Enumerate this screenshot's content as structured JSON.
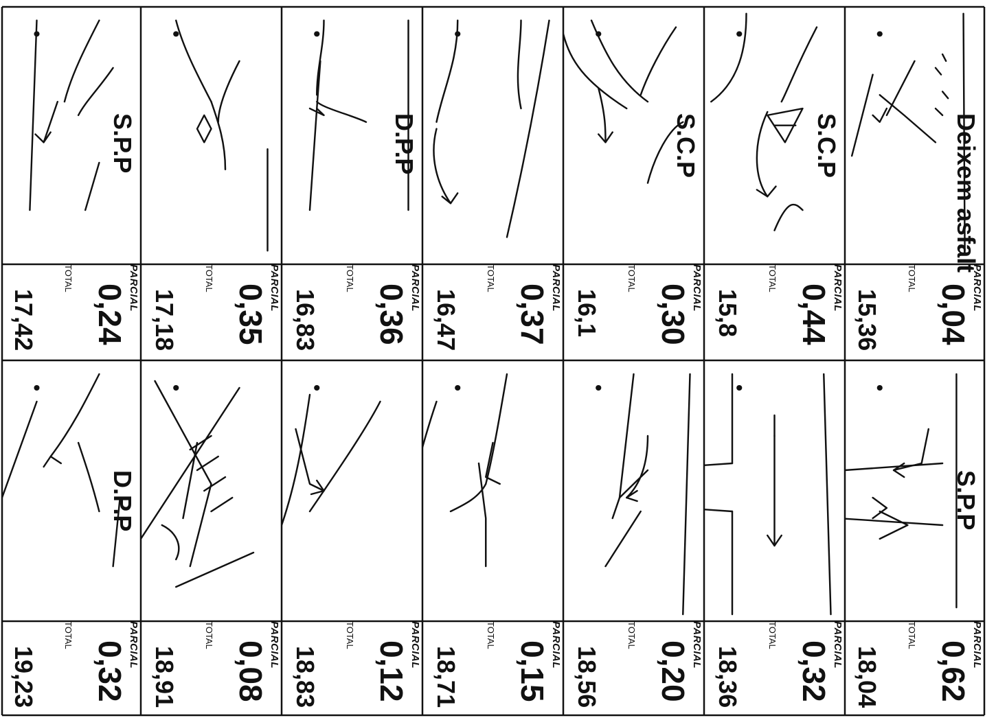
{
  "labels": {
    "parcial": "PARCIAL",
    "total": "TOTAL"
  },
  "upper": [
    {
      "caption": "Deixem asfalt",
      "parcial": "0,04",
      "total": "15,36"
    },
    {
      "caption": "S.C.P",
      "parcial": "0,44",
      "total": "15,8"
    },
    {
      "caption": "S.C.P",
      "parcial": "0,30",
      "total": "16,1"
    },
    {
      "caption": "",
      "parcial": "0,37",
      "total": "16,47"
    },
    {
      "caption": "D.P.P",
      "parcial": "0,36",
      "total": "16,83"
    },
    {
      "caption": "",
      "parcial": "0,35",
      "total": "17,18"
    },
    {
      "caption": "S.P.P",
      "parcial": "0,24",
      "total": "17,42"
    }
  ],
  "lower": [
    {
      "caption": "S.P.P",
      "parcial": "0,62",
      "total": "18,04"
    },
    {
      "caption": "",
      "parcial": "0,32",
      "total": "18,36"
    },
    {
      "caption": "",
      "parcial": "0,20",
      "total": "18,56"
    },
    {
      "caption": "",
      "parcial": "0,15",
      "total": "18,71"
    },
    {
      "caption": "",
      "parcial": "0,12",
      "total": "18,83"
    },
    {
      "caption": "",
      "parcial": "0,08",
      "total": "18,91"
    },
    {
      "caption": "D.P.P",
      "parcial": "0,32",
      "total": "19,23"
    }
  ],
  "sketches": {
    "upper": [
      "road-edge-exit-icon",
      "roundabout-triangle-icon",
      "slip-road-merge-icon",
      "curve-right-icon",
      "t-junction-right-icon",
      "junction-island-icon",
      "crossroads-left-icon"
    ],
    "lower": [
      "t-junction-left-right-icon",
      "t-junction-straight-icon",
      "fork-right-icon",
      "junction-hook-icon",
      "merge-diagonal-icon",
      "hatched-junction-icon",
      "fork-left-icon"
    ]
  }
}
